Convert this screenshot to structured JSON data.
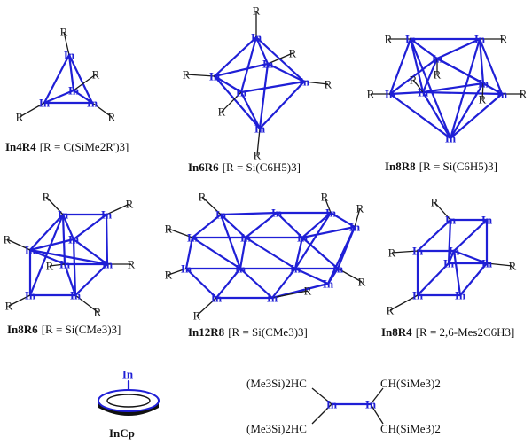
{
  "atom_label": "In",
  "substituent_label": "R",
  "colors": {
    "indium": "#1f1fd6",
    "bond": "#1f1fd6",
    "text": "#111111"
  },
  "captions": {
    "in4r4": {
      "formula": "In4R4",
      "detail": "[R = C(SiMe2R')3]"
    },
    "in6r6": {
      "formula": "In6R6",
      "detail": "[R = Si(C6H5)3]"
    },
    "in8r8": {
      "formula": "In8R8",
      "detail": "[R = Si(C6H5)3]"
    },
    "in8r6": {
      "formula": "In8R6",
      "detail": "[R = Si(CMe3)3]"
    },
    "in12r8": {
      "formula": "In12R8",
      "detail": "[R = Si(CMe3)3]"
    },
    "in8r4": {
      "formula": "In8R4",
      "detail": "[R = 2,6-Mes2C6H3]"
    },
    "incp": {
      "formula": "InCp"
    }
  },
  "dimer_substituents": {
    "top_left": "(Me3Si)2HC",
    "bottom_left": "(Me3Si)2HC",
    "top_right": "CH(SiMe3)2",
    "bottom_right": "CH(SiMe3)2"
  }
}
